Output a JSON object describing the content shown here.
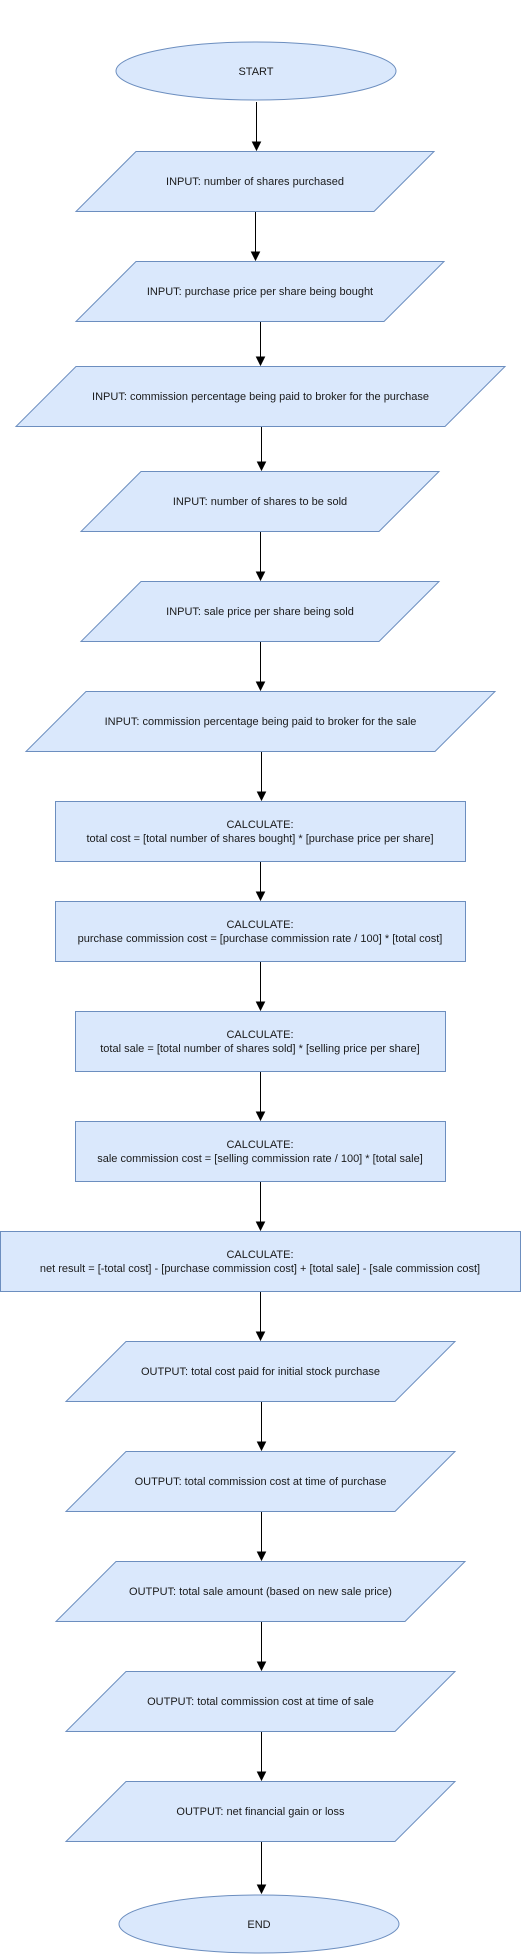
{
  "flowchart": {
    "nodes": [
      {
        "id": "start",
        "shape": "terminator",
        "lines": [
          "START"
        ]
      },
      {
        "id": "input-shares-purchased",
        "shape": "io",
        "lines": [
          "INPUT: number of shares purchased"
        ]
      },
      {
        "id": "input-purchase-price",
        "shape": "io",
        "lines": [
          "INPUT: purchase price per share being bought"
        ]
      },
      {
        "id": "input-purchase-commission",
        "shape": "io",
        "lines": [
          "INPUT: commission percentage being paid to broker for the purchase"
        ]
      },
      {
        "id": "input-shares-sold",
        "shape": "io",
        "lines": [
          "INPUT: number of shares to be sold"
        ]
      },
      {
        "id": "input-sale-price",
        "shape": "io",
        "lines": [
          "INPUT: sale price per share being sold"
        ]
      },
      {
        "id": "input-sale-commission",
        "shape": "io",
        "lines": [
          "INPUT: commission percentage being paid to broker for the sale"
        ]
      },
      {
        "id": "calc-total-cost",
        "shape": "process",
        "lines": [
          "CALCULATE:",
          "total cost = [total number of shares bought] * [purchase price per share]"
        ]
      },
      {
        "id": "calc-purchase-commission",
        "shape": "process",
        "lines": [
          "CALCULATE:",
          "purchase commission cost = [purchase commission rate / 100] * [total cost]"
        ]
      },
      {
        "id": "calc-total-sale",
        "shape": "process",
        "lines": [
          "CALCULATE:",
          "total sale = [total number of shares sold] * [selling price per share]"
        ]
      },
      {
        "id": "calc-sale-commission",
        "shape": "process",
        "lines": [
          "CALCULATE:",
          "sale commission cost = [selling commission rate / 100] * [total sale]"
        ]
      },
      {
        "id": "calc-net-result",
        "shape": "process",
        "lines": [
          "CALCULATE:",
          "net result = [-total cost] - [purchase commission cost] + [total sale] - [sale commission cost]"
        ]
      },
      {
        "id": "output-total-cost",
        "shape": "io",
        "lines": [
          "OUTPUT: total cost paid for initial stock purchase"
        ]
      },
      {
        "id": "output-purchase-commission",
        "shape": "io",
        "lines": [
          "OUTPUT: total commission cost at time of purchase"
        ]
      },
      {
        "id": "output-sale-amount",
        "shape": "io",
        "lines": [
          "OUTPUT: total sale amount (based on new sale price)"
        ]
      },
      {
        "id": "output-sale-commission",
        "shape": "io",
        "lines": [
          "OUTPUT: total commission cost at time of sale"
        ]
      },
      {
        "id": "output-net-result",
        "shape": "io",
        "lines": [
          "OUTPUT: net financial gain or loss"
        ]
      },
      {
        "id": "end",
        "shape": "terminator",
        "lines": [
          "END"
        ]
      }
    ],
    "colors": {
      "fill": "#dae8fc",
      "stroke": "#6c8ebf",
      "edge": "#000000",
      "text": "#1a1a1a"
    }
  }
}
